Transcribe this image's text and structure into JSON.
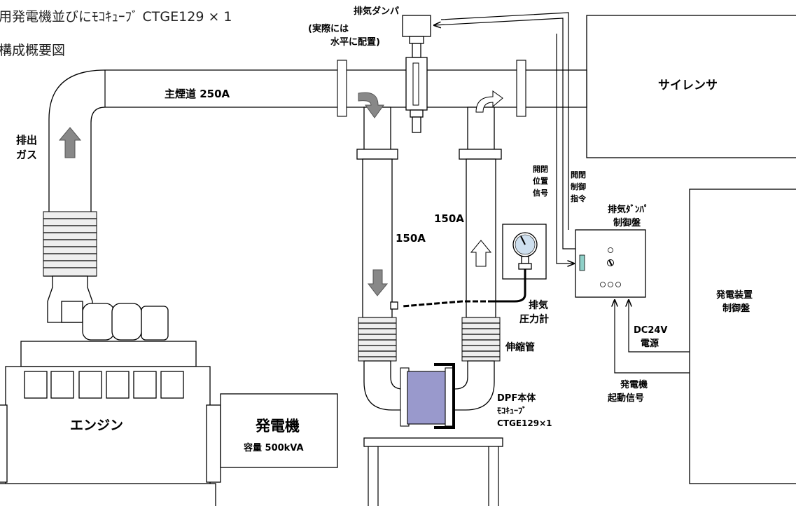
{
  "header": {
    "line1": "用発電機並びにﾓｺｷｭｰﾌﾞ CTGE129 × 1",
    "line2": "構成概要図"
  },
  "labels": {
    "main_flue": "主煙道  250A",
    "exhaust_gas_1": "排出",
    "exhaust_gas_2": "ガス",
    "damper_title": "排気ダンパ",
    "damper_note_1": "(実際には",
    "damper_note_2": "水平に配置)",
    "silencer": "サイレンサ",
    "pipe_150a_left": "150A",
    "pipe_150a_right": "150A",
    "pos_signal": [
      "開閉",
      "位置",
      "信号"
    ],
    "ctrl_command": [
      "開閉",
      "制御",
      "指令"
    ],
    "damper_panel_1": "排気ﾀﾞﾝﾊﾟ",
    "damper_panel_2": "制御盤",
    "gen_panel_1": "発電装置",
    "gen_panel_2": "制御盤",
    "pressure_gauge_1": "排気",
    "pressure_gauge_2": "圧力計",
    "expansion_joint": "伸縮管",
    "dc24v_1": "DC24V",
    "dc24v_2": "電源",
    "start_signal_1": "発電機",
    "start_signal_2": "起動信号",
    "dpf_1": "DPF本体",
    "dpf_2": "ﾓｺｷｭｰﾌﾞ",
    "dpf_3": "CTGE129×1",
    "engine": "エンジン",
    "generator": "発電機",
    "capacity": "容量  500kVA"
  }
}
